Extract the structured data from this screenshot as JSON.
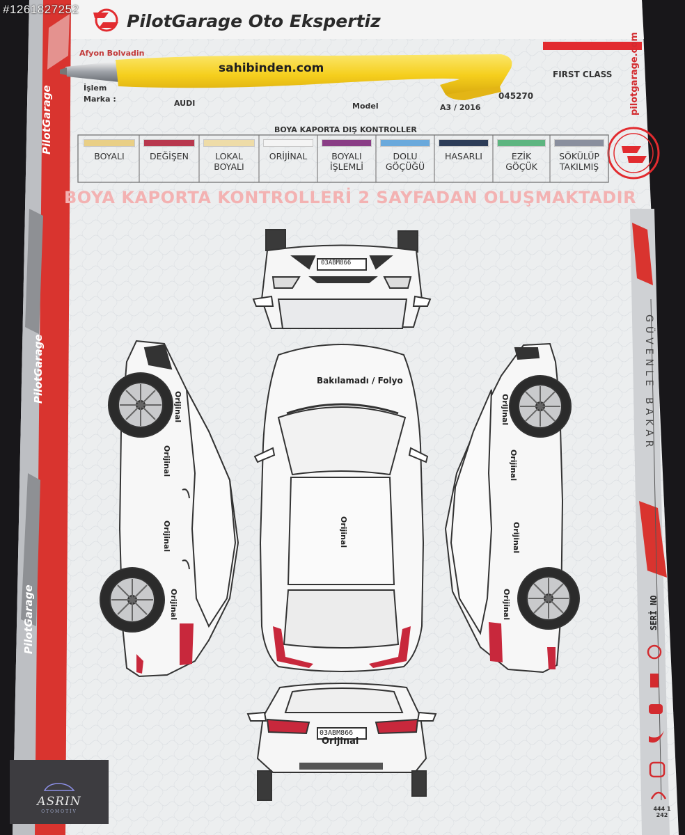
{
  "photo_id": "#1261827252",
  "header": {
    "company": "PilotGarage Oto Ekspertiz",
    "logo_icon": "pilotgarage-pg-logo"
  },
  "form": {
    "city": "Afyon Bolvadin",
    "field_islem": "İşlem",
    "field_marka": "Marka :",
    "marka_value": "AUDI",
    "field_model": "Model",
    "model_value": "A3 / 2016",
    "package": "FIRST CLASS",
    "number_partial": "045270"
  },
  "pen_brand": "sahibinden.com",
  "legend": {
    "title": "BOYA KAPORTA DIŞ KONTROLLER",
    "items": [
      {
        "label": "BOYALI",
        "color": "#e9cf86"
      },
      {
        "label": "DEĞİŞEN",
        "color": "#b8384e"
      },
      {
        "label": "LOKAL BOYALI",
        "color": "#eedca8"
      },
      {
        "label": "ORİJİNAL",
        "color": "#f4f4f4"
      },
      {
        "label": "BOYALI İŞLEMLİ",
        "color": "#8a3d86"
      },
      {
        "label": "DOLU GÖÇÜĞÜ",
        "color": "#6aa9dc"
      },
      {
        "label": "HASARLI",
        "color": "#2c3c58"
      },
      {
        "label": "EZİK GÖÇÜK",
        "color": "#5db580"
      },
      {
        "label": "SÖKÜLÜP TAKILMIŞ",
        "color": "#8a8f9e"
      }
    ]
  },
  "banner": "BOYA KAPORTA KONTROLLERİ 2 SAYFADAN OLUŞMAKTADIR",
  "panels": {
    "roof_note": "Bakılamadı / Folyo",
    "roof": "Orijinal",
    "left_front_fender": "Orijinal",
    "left_front_door": "Orijinal",
    "left_rear_door": "Orijinal",
    "left_rear_fender": "Orijinal",
    "right_front_fender": "Orijinal",
    "right_front_door": "Orijinal",
    "right_rear_door": "Orijinal",
    "right_rear_fender": "Orijinal",
    "rear": "Orijinal"
  },
  "plates": {
    "front": "03ABM866",
    "rear": "03ABM866"
  },
  "side_strip": {
    "brand": "PilotGarage",
    "website": "pilotgarage.com",
    "slogan": "GÜVENLE BAKAR",
    "seri_no": "SERİ NO",
    "phone": "444 1 242"
  },
  "social_icons": [
    "whatsapp-icon",
    "facebook-icon",
    "youtube-icon",
    "twitter-icon",
    "instagram-icon",
    "headset-icon"
  ],
  "dealer": {
    "name": "ASRIN",
    "sub": "OTOMOTİV"
  },
  "colors": {
    "brand_red": "#e22b2f",
    "paper": "#eceeef",
    "pen": "#f6d42b"
  }
}
